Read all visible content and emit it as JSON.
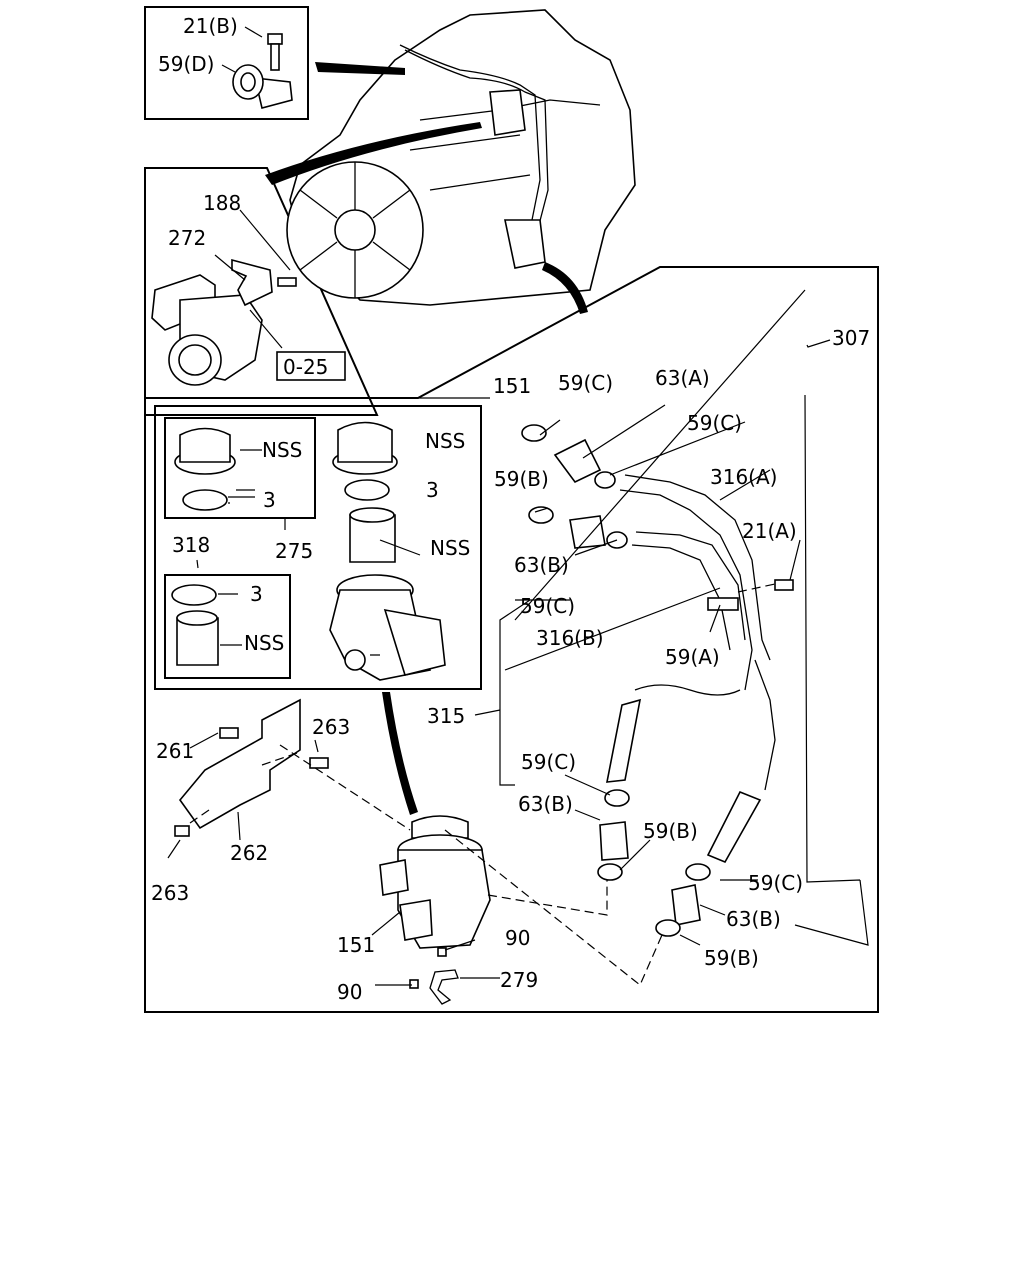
{
  "labels": {
    "l01": "21(B)",
    "l02": "59(D)",
    "l03": "188",
    "l04": "272",
    "l05": "0-25",
    "l06": "151",
    "l07": "59(C)",
    "l08": "63(A)",
    "l09": "307",
    "l10": "59(C)",
    "l11": "NSS",
    "l12": "NSS",
    "l13": "3",
    "l14": "3",
    "l15": "59(B)",
    "l16": "316(A)",
    "l17": "21(A)",
    "l18": "275",
    "l19": "NSS",
    "l20": "318",
    "l21": "63(B)",
    "l22": "3",
    "l23": "59(C)",
    "l24": "316(B)",
    "l25": "NSS",
    "l26": "59(A)",
    "l27": "315",
    "l28": "263",
    "l29": "261",
    "l30": "59(C)",
    "l31": "63(B)",
    "l32": "59(B)",
    "l33": "262",
    "l34": "263",
    "l35": "59(C)",
    "l36": "63(B)",
    "l37": "151",
    "l38": "90",
    "l39": "59(B)",
    "l40": "279",
    "l41": "90"
  }
}
